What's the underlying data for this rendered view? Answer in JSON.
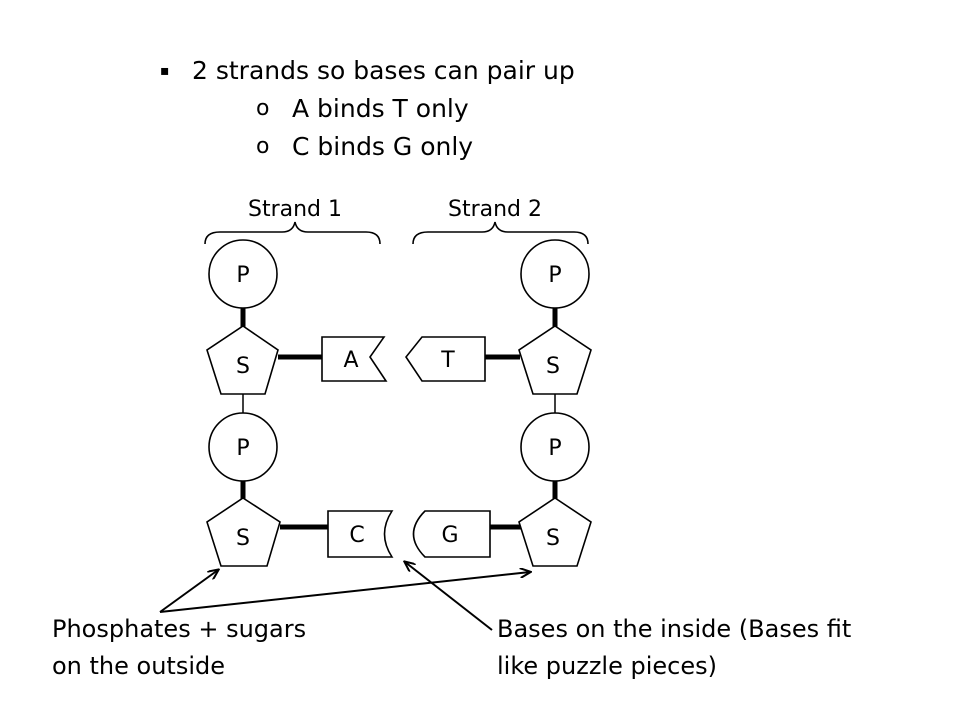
{
  "bullets": {
    "main": {
      "marker": "▪",
      "text": "2 strands so bases can pair up"
    },
    "sub": [
      {
        "marker": "o",
        "text": "A binds T only"
      },
      {
        "marker": "o",
        "text": "C binds G only"
      }
    ]
  },
  "diagram": {
    "strand1_label": "Strand 1",
    "strand2_label": "Strand 2",
    "phosphate": "P",
    "sugar": "S",
    "bases": {
      "a": "A",
      "t": "T",
      "c": "C",
      "g": "G"
    }
  },
  "captions": {
    "left_line1": "Phosphates + sugars",
    "left_line2": "on the outside",
    "right_line1": "Bases on the inside (Bases fit",
    "right_line2": "like puzzle pieces)"
  }
}
